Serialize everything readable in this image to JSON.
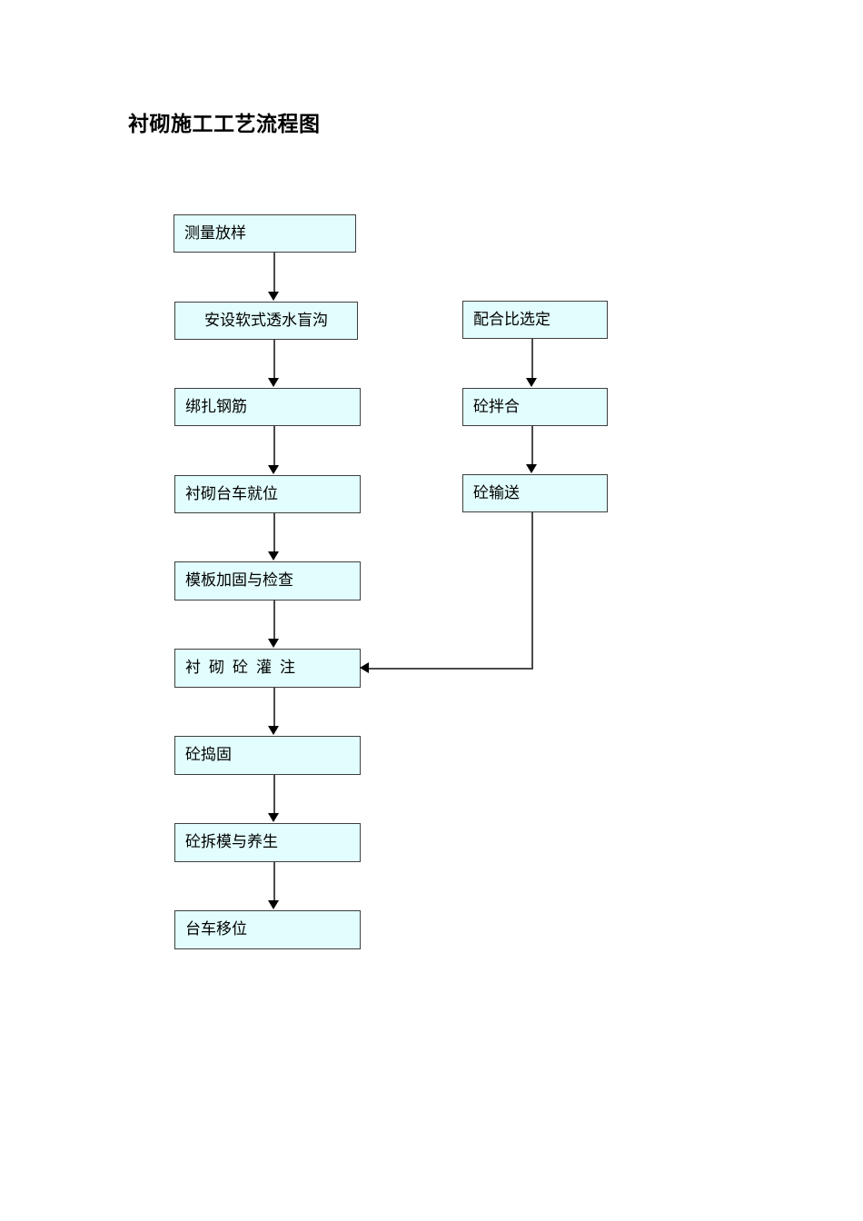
{
  "document": {
    "title": "衬砌施工工艺流程图",
    "background_color": "#ffffff"
  },
  "diagram": {
    "type": "flowchart",
    "node_fill_color": "#e2fdfd",
    "node_border_color": "#3f3f3f",
    "connector_color": "#4a4a4a",
    "columns": [
      {
        "name": "lining-main-process",
        "nodes": [
          {
            "id": "n1",
            "label": "测量放样"
          },
          {
            "id": "n2",
            "label": "安设软式透水盲沟"
          },
          {
            "id": "n3",
            "label": "绑扎钢筋"
          },
          {
            "id": "n4",
            "label": "衬砌台车就位"
          },
          {
            "id": "n5",
            "label": "模板加固与检查"
          },
          {
            "id": "n6",
            "label": "衬砌砼灌注"
          },
          {
            "id": "n7",
            "label": "砼捣固"
          },
          {
            "id": "n8",
            "label": "砼拆模与养生"
          },
          {
            "id": "n9",
            "label": "台车移位"
          }
        ]
      },
      {
        "name": "concrete-supply-process",
        "nodes": [
          {
            "id": "m1",
            "label": "配合比选定"
          },
          {
            "id": "m2",
            "label": "砼拌合"
          },
          {
            "id": "m3",
            "label": "砼输送"
          }
        ]
      }
    ],
    "edges": [
      {
        "from": "n1",
        "to": "n2",
        "kind": "down"
      },
      {
        "from": "n2",
        "to": "n3",
        "kind": "down"
      },
      {
        "from": "n3",
        "to": "n4",
        "kind": "down"
      },
      {
        "from": "n4",
        "to": "n5",
        "kind": "down"
      },
      {
        "from": "n5",
        "to": "n6",
        "kind": "down"
      },
      {
        "from": "n6",
        "to": "n7",
        "kind": "down"
      },
      {
        "from": "n7",
        "to": "n8",
        "kind": "down"
      },
      {
        "from": "n8",
        "to": "n9",
        "kind": "down"
      },
      {
        "from": "m1",
        "to": "m2",
        "kind": "down"
      },
      {
        "from": "m2",
        "to": "m3",
        "kind": "down"
      },
      {
        "from": "m3",
        "to": "n6",
        "kind": "down-then-left"
      }
    ]
  }
}
